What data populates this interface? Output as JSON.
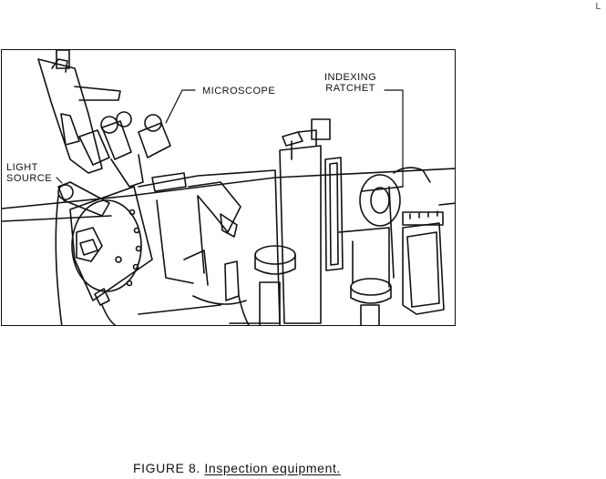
{
  "page_mark": "L",
  "figure": {
    "callouts": {
      "microscope": "MICROSCOPE",
      "indexing_ratchet": "INDEXING\nRATCHET",
      "light_source": "LIGHT\nSOURCE"
    }
  },
  "caption": {
    "label": "FIGURE 8.",
    "title": "Inspection equipment."
  }
}
